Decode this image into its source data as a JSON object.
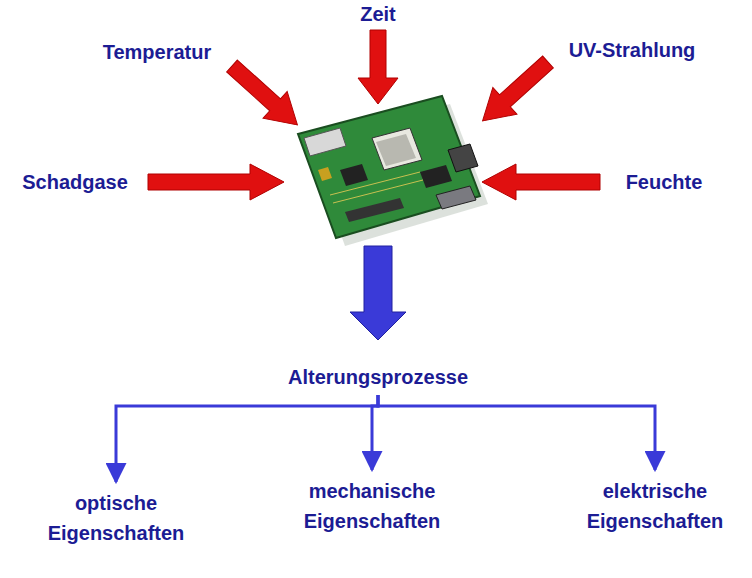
{
  "diagram": {
    "nodes": [
      {
        "text": [
          "Alterungsprozesse"
        ]
      },
      {
        "text": [
          "optische Eigenschaften"
        ]
      },
      {
        "text": [
          "mechanische Eigenschaften"
        ]
      },
      {
        "text": [
          "elektrische Eigenschaften"
        ]
      }
    ],
    "edges": [
      {
        "from": 0,
        "to": 1,
        "arrow": "to"
      },
      {
        "from": 0,
        "to": 2,
        "arrow": "to"
      },
      {
        "from": 0,
        "to": 3,
        "arrow": "to"
      }
    ],
    "labels": [
      "Temperatur",
      "Zeit",
      "UV-Strahlung",
      "Schadgase",
      "Feuchte"
    ]
  }
}
